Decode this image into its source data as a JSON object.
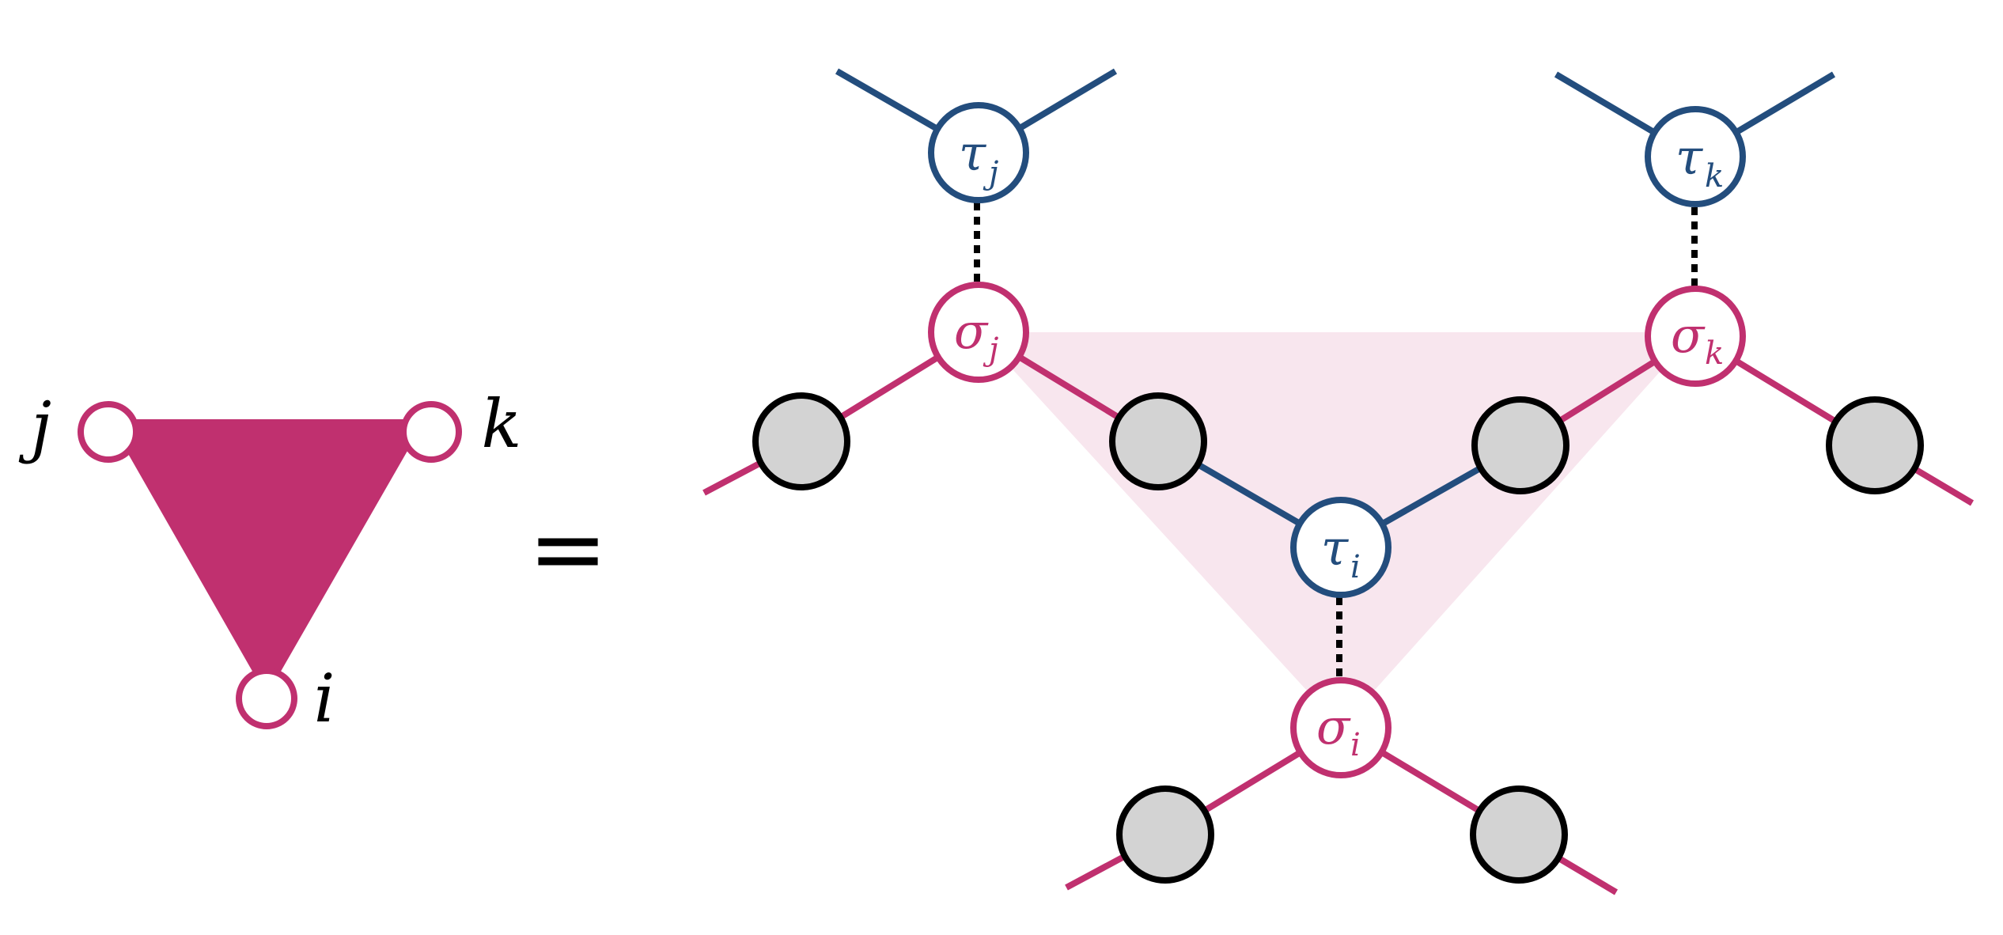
{
  "colors": {
    "magenta": "#c0306f",
    "blue": "#234d7d",
    "black": "#000000",
    "gray": "#d3d3d3",
    "pink_fill": "#f8e6ee",
    "white": "#ffffff"
  },
  "left": {
    "labels": {
      "j": "j",
      "k": "k",
      "i": "i"
    }
  },
  "equals": "=",
  "nodes": {
    "tau_j": {
      "greek": "τ",
      "sub": "j"
    },
    "tau_k": {
      "greek": "τ",
      "sub": "k"
    },
    "tau_i": {
      "greek": "τ",
      "sub": "i"
    },
    "sigma_j": {
      "greek": "σ",
      "sub": "j"
    },
    "sigma_k": {
      "greek": "σ",
      "sub": "k"
    },
    "sigma_i": {
      "greek": "σ",
      "sub": "i"
    }
  }
}
